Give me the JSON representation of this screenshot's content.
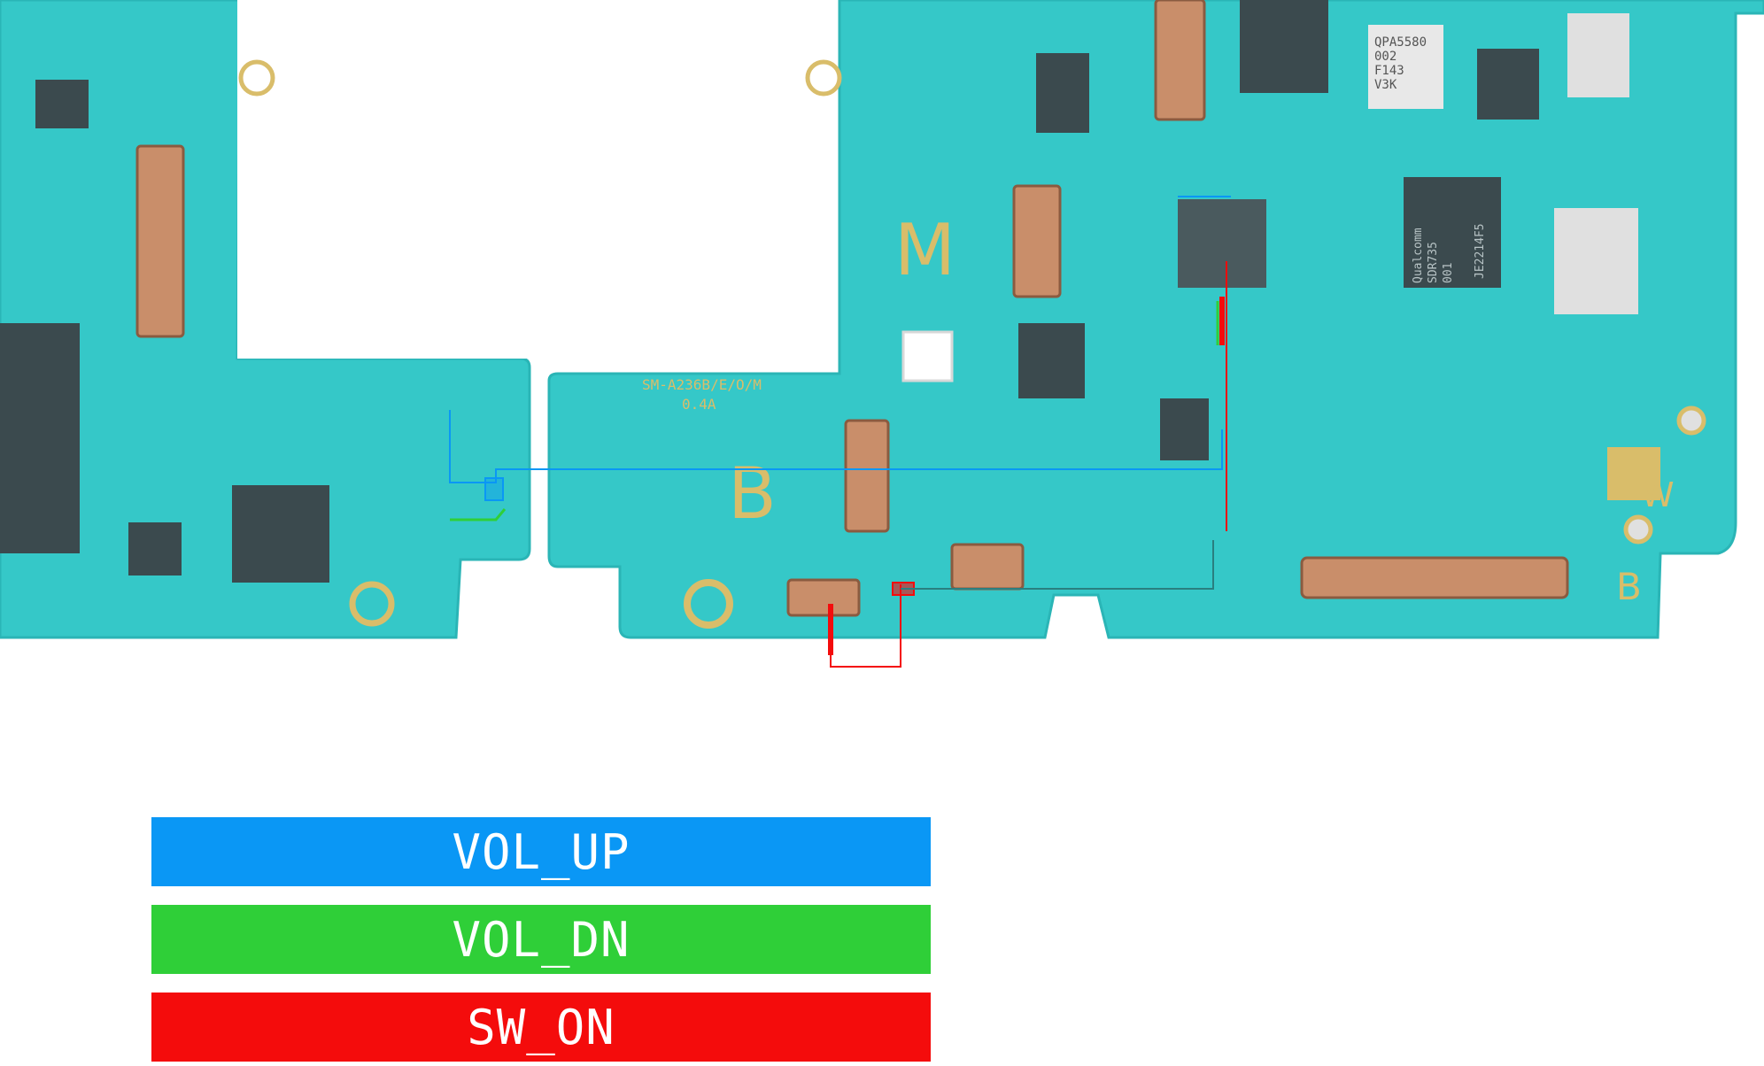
{
  "board": {
    "model_marking": "SM-A236B/E/O/M",
    "revision_marking": "0.4A",
    "silk_letters": [
      "M",
      "B",
      "B",
      "W"
    ],
    "chip_markings": {
      "rf_frontend": [
        "QPA5580",
        "002",
        "F143",
        "V3K"
      ],
      "transceiver": [
        "Qualcomm",
        "SDR735",
        "001",
        "JE2214F5"
      ]
    },
    "colors": {
      "pcb": "#35c8c8",
      "pcb_dark": "#27aeb0",
      "gold": "#d9bd6a",
      "chip": "#3b4a4e"
    }
  },
  "legend": [
    {
      "label": "VOL_UP",
      "color": "#0a97f5"
    },
    {
      "label": "VOL_DN",
      "color": "#2fcf38"
    },
    {
      "label": "SW_ON",
      "color": "#f40c0c"
    }
  ]
}
